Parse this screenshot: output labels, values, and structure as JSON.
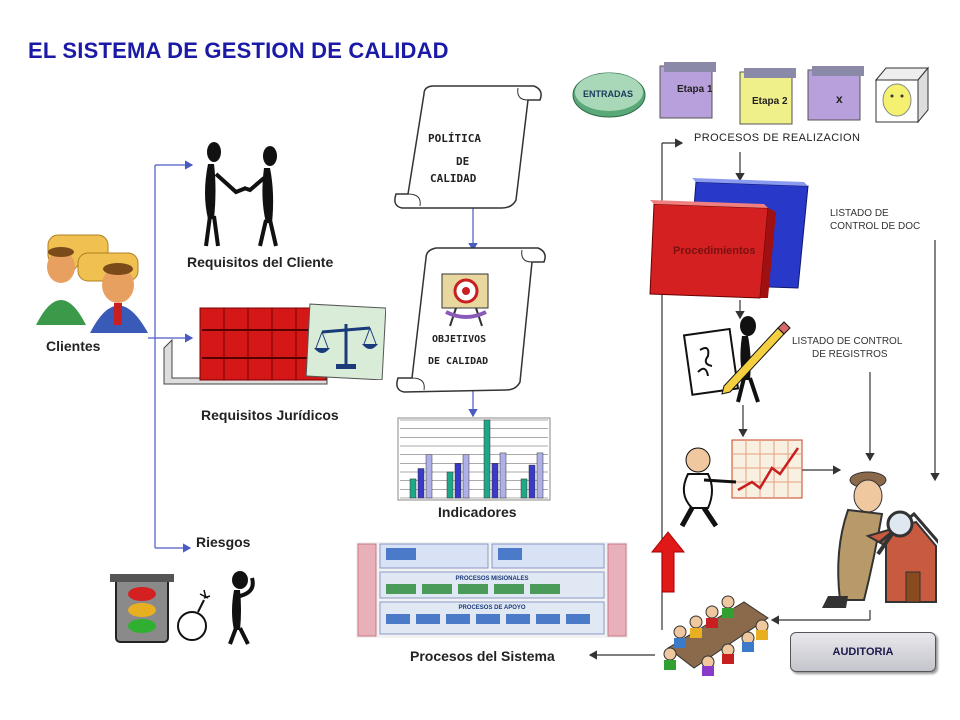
{
  "title": "EL SISTEMA DE GESTION DE CALIDAD",
  "left": {
    "clientes": "Clientes",
    "requisitos_cliente": "Requisitos del Cliente",
    "requisitos_juridicos": "Requisitos Jurídicos",
    "riesgos": "Riesgos"
  },
  "center": {
    "politica_line1": "POLÍTICA",
    "politica_line2": "DE",
    "politica_line3": "CALIDAD",
    "objetivos_line1": "OBJETIVOS",
    "objetivos_line2": "DE CALIDAD",
    "indicadores": "Indicadores",
    "procesos_sistema": "Procesos del Sistema",
    "map_headers": [
      "PROCESOS MISIONALES",
      "PROCESOS DE APOYO"
    ]
  },
  "right": {
    "entradas": "ENTRADAS",
    "etapa1": "Etapa 1",
    "etapa2": "Etapa 2",
    "etapa_x": "x",
    "procesos_realizacion": "PROCESOS DE REALIZACION",
    "procedimientos": "Procedimientos",
    "listado_doc_1": "LISTADO DE",
    "listado_doc_2": "CONTROL DE DOC",
    "listado_reg_1": "LISTADO DE CONTROL",
    "listado_reg_2": "DE REGISTROS",
    "auditoria": "AUDITORIA"
  },
  "chart_data": {
    "type": "bar",
    "ylim": [
      0,
      9
    ],
    "series": [
      {
        "color": "#1fa888",
        "values": [
          2.2,
          3,
          9,
          2.2
        ]
      },
      {
        "color": "#3a3ac8",
        "values": [
          3.4,
          4,
          4,
          3.8
        ]
      },
      {
        "color": "#b0b0e8",
        "values": [
          5,
          5,
          5.2,
          5.2
        ]
      }
    ]
  },
  "colors": {
    "title": "#1a1aa6",
    "arrow": "#4a5bc4",
    "procedimientos_red": "#d42020",
    "binder_blue": "#2838c8",
    "stage_purple": "#b8a0dc",
    "stage_yellow": "#f0f08a",
    "entradas_green": "#5aa878",
    "big_arrow": "#e01818"
  }
}
